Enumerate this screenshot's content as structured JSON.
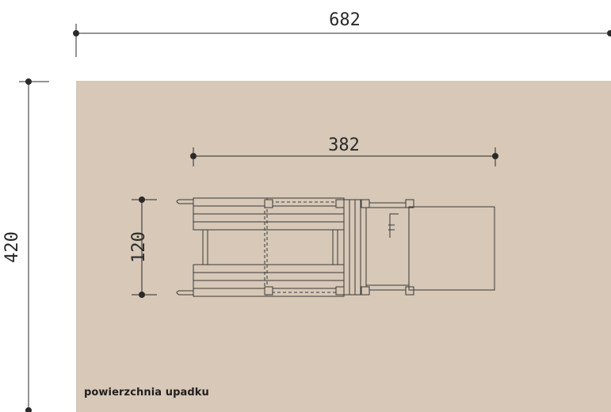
{
  "dimensions": {
    "overall_width": "682",
    "overall_depth": "420",
    "equipment_length": "382",
    "equipment_width": "120"
  },
  "surface": {
    "label": "powierzchnia upadku",
    "color": "#d7c8b7"
  },
  "colors": {
    "line": "#2a2a2a",
    "drawing": "#3a3a3a",
    "background": "#ffffff"
  }
}
